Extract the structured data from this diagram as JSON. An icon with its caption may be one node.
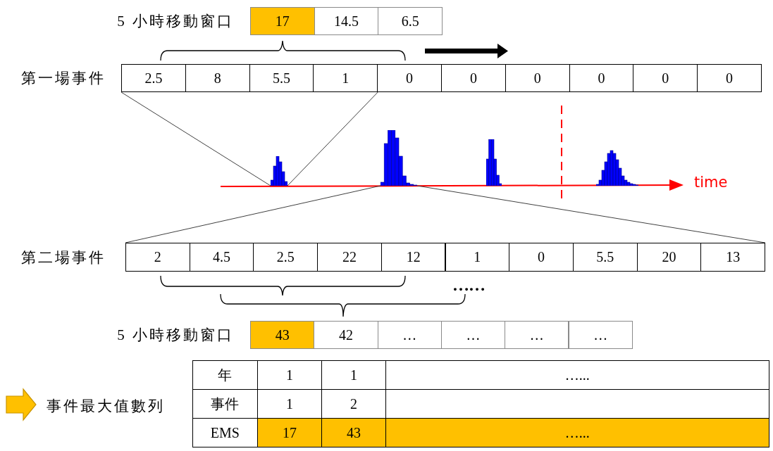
{
  "diagram": {
    "nodes": [
      {
        "text": [
          "5 小時移動窗口"
        ]
      },
      {
        "text": [
          "17"
        ]
      },
      {
        "text": [
          "14.5"
        ]
      },
      {
        "text": [
          "6.5"
        ]
      },
      {
        "text": [
          "第一場事件"
        ]
      },
      {
        "text": [
          "2.5"
        ]
      },
      {
        "text": [
          "8"
        ]
      },
      {
        "text": [
          "5.5"
        ]
      },
      {
        "text": [
          "1"
        ]
      },
      {
        "text": [
          "0"
        ]
      },
      {
        "text": [
          "0"
        ]
      },
      {
        "text": [
          "0"
        ]
      },
      {
        "text": [
          "0"
        ]
      },
      {
        "text": [
          "0"
        ]
      },
      {
        "text": [
          "0"
        ]
      },
      {
        "text": [],
        "shape": "picture"
      },
      {
        "text": [],
        "shape": "picture"
      },
      {
        "text": [],
        "shape": "picture"
      },
      {
        "text": [],
        "shape": "picture"
      },
      {
        "text": [
          "第二場事件"
        ]
      },
      {
        "text": [
          "2"
        ]
      },
      {
        "text": [
          "4.5"
        ]
      },
      {
        "text": [
          "2.5"
        ]
      },
      {
        "text": [
          "22"
        ]
      },
      {
        "text": [
          "12"
        ]
      },
      {
        "text": [
          "1"
        ]
      },
      {
        "text": [
          "0"
        ]
      },
      {
        "text": [
          "5.5"
        ]
      },
      {
        "text": [
          "20"
        ]
      },
      {
        "text": [
          "13"
        ]
      },
      {
        "text": [
          "5 小時移動窗口"
        ]
      },
      {
        "text": [
          "43"
        ]
      },
      {
        "text": [
          "42"
        ]
      },
      {
        "text": [
          "…"
        ]
      },
      {
        "text": [
          "…"
        ]
      },
      {
        "text": [
          "…"
        ]
      },
      {
        "text": [
          "…"
        ]
      }
    ],
    "edges": [
      {
        "from": 5,
        "to": 15,
        "arrow": "none"
      },
      {
        "from": 8,
        "to": 15,
        "arrow": "none"
      },
      {
        "from": 16,
        "to": 20,
        "arrow": "none"
      },
      {
        "from": 16,
        "to": 29,
        "arrow": "none"
      }
    ],
    "labels": [
      "time",
      "……",
      "事件最大值數列",
      "年",
      "1",
      "1",
      "…...",
      "事件",
      "1",
      "2",
      "EMS",
      "17",
      "43",
      "…..."
    ]
  }
}
